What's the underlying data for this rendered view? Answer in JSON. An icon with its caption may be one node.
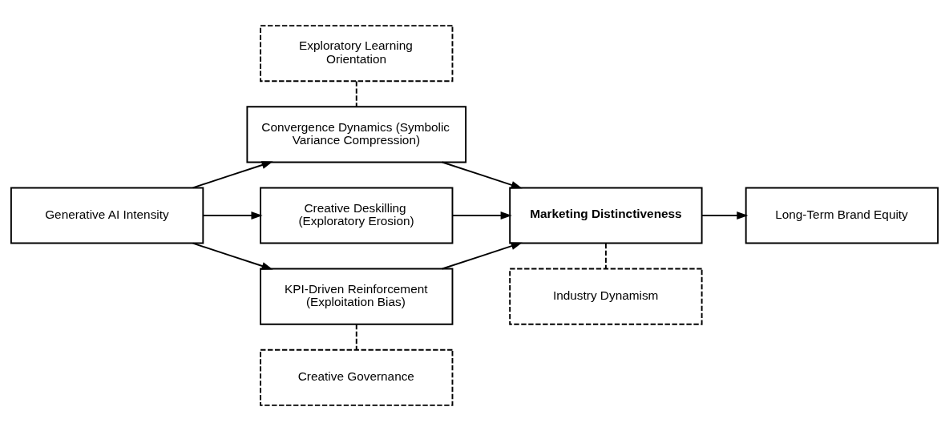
{
  "diagram": {
    "nodes": [
      {
        "text": [
          "Exploratory Learning Orientation"
        ]
      },
      {
        "text": [
          "Convergence Dynamics (Symbolic Variance Compression)"
        ]
      },
      {
        "text": [
          "Generative AI Intensity"
        ]
      },
      {
        "text": [
          "Creative Deskilling (Exploratory Erosion)"
        ]
      },
      {
        "text": [
          "Marketing Distinctiveness"
        ]
      },
      {
        "text": [
          "Long-Term Brand Equity"
        ]
      },
      {
        "text": [
          "KPI-Driven Reinforcement (Exploitation Bias)"
        ]
      },
      {
        "text": [
          "Creative Governance"
        ]
      },
      {
        "text": [
          "Industry Dynamism"
        ]
      }
    ],
    "edges": [
      {
        "from": 2,
        "to": 1,
        "arrow": "to"
      },
      {
        "from": 2,
        "to": 3,
        "arrow": "to"
      },
      {
        "from": 2,
        "to": 6,
        "arrow": "to"
      },
      {
        "from": 1,
        "to": 4,
        "arrow": "to"
      },
      {
        "from": 3,
        "to": 4,
        "arrow": "to"
      },
      {
        "from": 6,
        "to": 4,
        "arrow": "to"
      },
      {
        "from": 4,
        "to": 5,
        "arrow": "to"
      },
      {
        "from": 0,
        "to": 1,
        "arrow": "none",
        "style": "dashed"
      },
      {
        "from": 6,
        "to": 7,
        "arrow": "none",
        "style": "dashed"
      },
      {
        "from": 4,
        "to": 8,
        "arrow": "none",
        "style": "dashed"
      }
    ]
  }
}
